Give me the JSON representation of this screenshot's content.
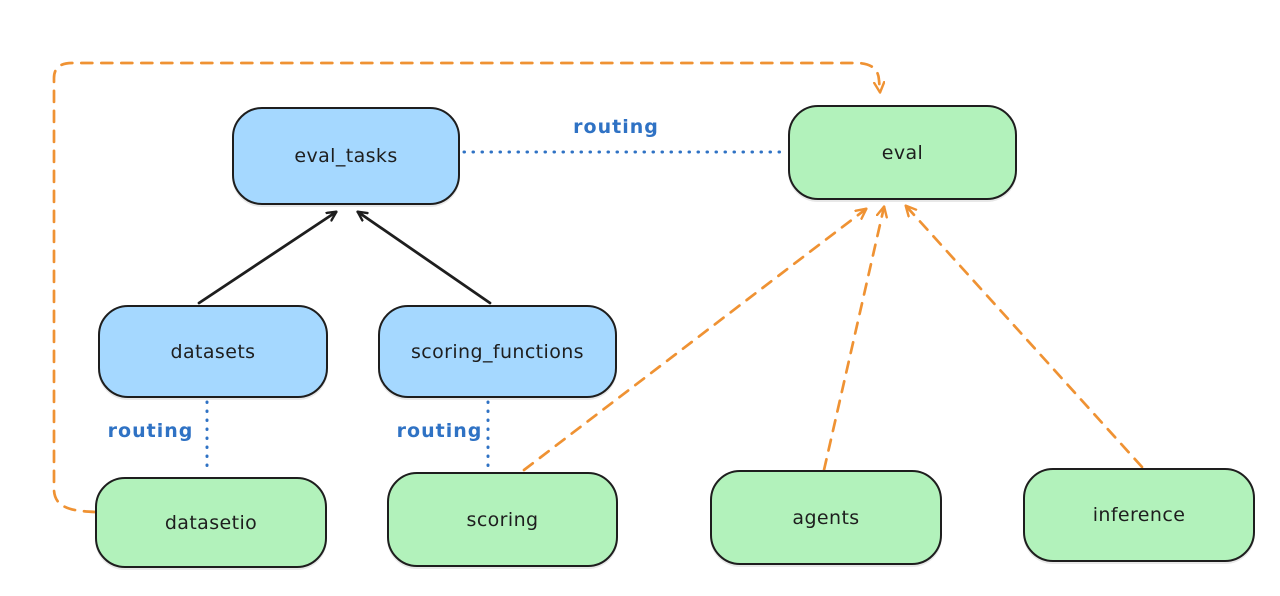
{
  "diagram": {
    "background": "#ffffff",
    "colors": {
      "blue_fill": "#a5d8ff",
      "green_fill": "#b2f2bb",
      "node_stroke": "#1e1e1e",
      "routing_blue": "#2f72c4",
      "orange_dash": "#ef9233",
      "black_arrow": "#1e1e1e"
    },
    "nodes": [
      {
        "id": "eval_tasks",
        "label": "eval_tasks",
        "color": "blue"
      },
      {
        "id": "eval",
        "label": "eval",
        "color": "green"
      },
      {
        "id": "datasets",
        "label": "datasets",
        "color": "blue"
      },
      {
        "id": "scoring_functions",
        "label": "scoring_functions",
        "color": "blue"
      },
      {
        "id": "datasetio",
        "label": "datasetio",
        "color": "green"
      },
      {
        "id": "scoring",
        "label": "scoring",
        "color": "green"
      },
      {
        "id": "agents",
        "label": "agents",
        "color": "green"
      },
      {
        "id": "inference",
        "label": "inference",
        "color": "green"
      }
    ],
    "edges": [
      {
        "from": "datasets",
        "to": "eval_tasks",
        "style": "solid-arrow",
        "color": "black",
        "label": ""
      },
      {
        "from": "scoring_functions",
        "to": "eval_tasks",
        "style": "solid-arrow",
        "color": "black",
        "label": ""
      },
      {
        "from": "eval_tasks",
        "to": "eval",
        "style": "dotted-line",
        "color": "blue",
        "label": "routing"
      },
      {
        "from": "datasets",
        "to": "datasetio",
        "style": "dotted-line",
        "color": "blue",
        "label": "routing"
      },
      {
        "from": "scoring_functions",
        "to": "scoring",
        "style": "dotted-line",
        "color": "blue",
        "label": "routing"
      },
      {
        "from": "datasetio",
        "to": "eval",
        "style": "dashed-arrow",
        "color": "orange",
        "label": ""
      },
      {
        "from": "scoring",
        "to": "eval",
        "style": "dashed-arrow",
        "color": "orange",
        "label": ""
      },
      {
        "from": "agents",
        "to": "eval",
        "style": "dashed-arrow",
        "color": "orange",
        "label": ""
      },
      {
        "from": "inference",
        "to": "eval",
        "style": "dashed-arrow",
        "color": "orange",
        "label": ""
      }
    ]
  }
}
